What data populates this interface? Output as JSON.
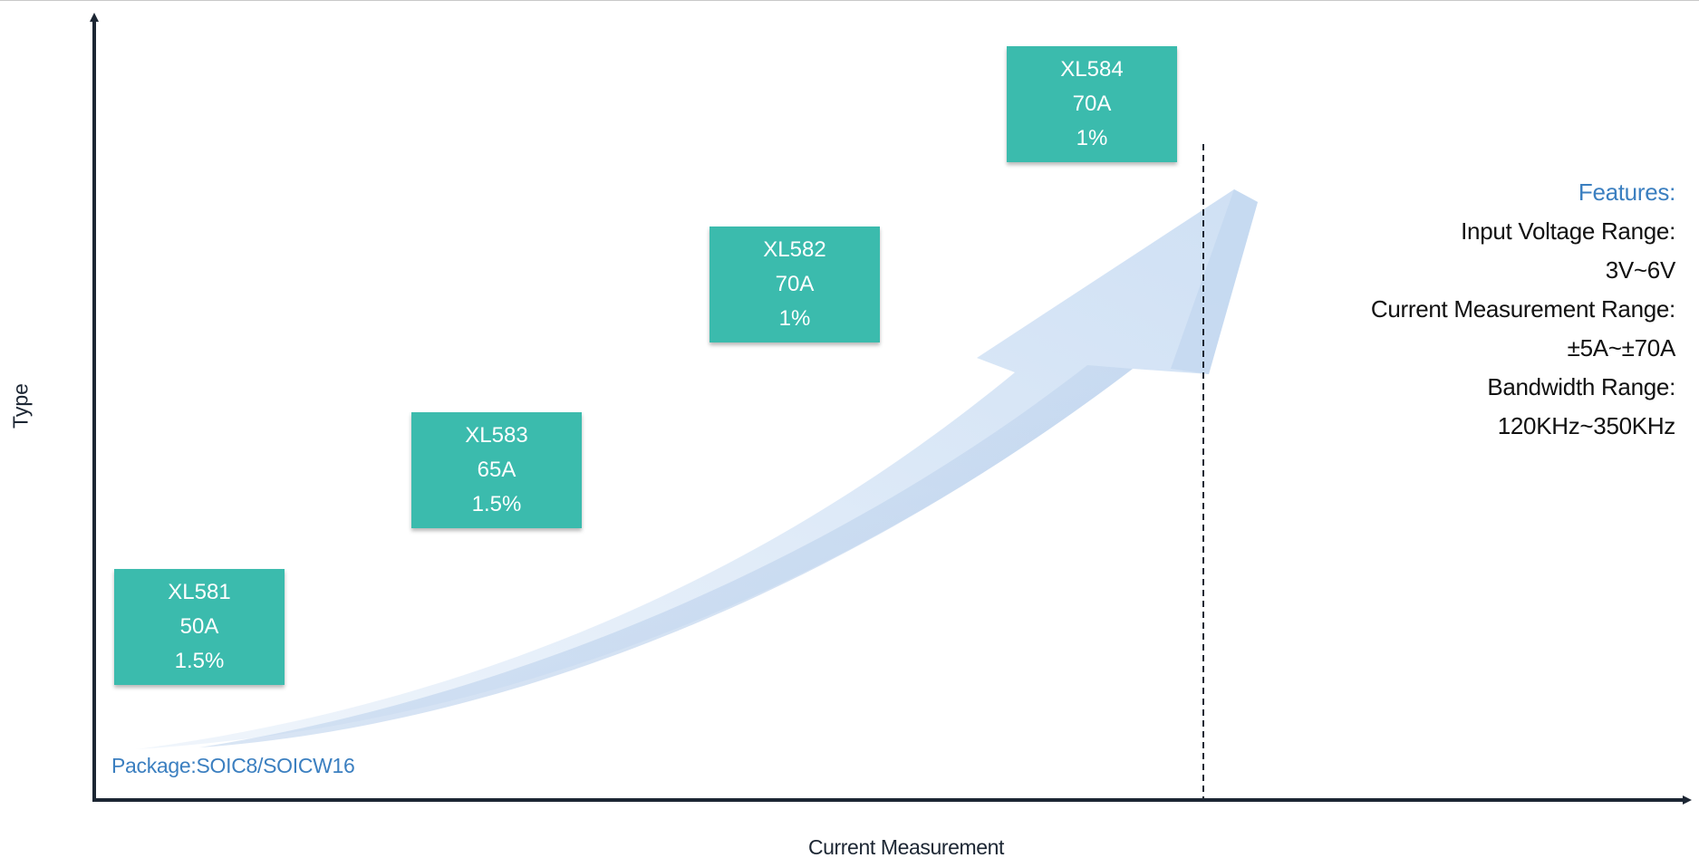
{
  "axes": {
    "x_label": "Current Measurement",
    "y_label": "Type"
  },
  "package": "Package:SOIC8/SOICW16",
  "products": [
    {
      "model": "XL581",
      "current": "50A",
      "accuracy": "1.5%"
    },
    {
      "model": "XL583",
      "current": "65A",
      "accuracy": "1.5%"
    },
    {
      "model": "XL582",
      "current": "70A",
      "accuracy": "1%"
    },
    {
      "model": "XL584",
      "current": "70A",
      "accuracy": "1%"
    }
  ],
  "features": {
    "title": "Features:",
    "lines": [
      "Input Voltage Range:",
      "3V~6V",
      "Current Measurement Range:",
      "±5A~±70A",
      "Bandwidth Range:",
      "120KHz~350KHz"
    ]
  },
  "colors": {
    "card": "#3bbbad",
    "accent_text": "#3b7fc0",
    "axis": "#1c2633",
    "arrow": "#d8e6f6"
  },
  "icons": {
    "growth_arrow": "curved-arrow-icon"
  }
}
